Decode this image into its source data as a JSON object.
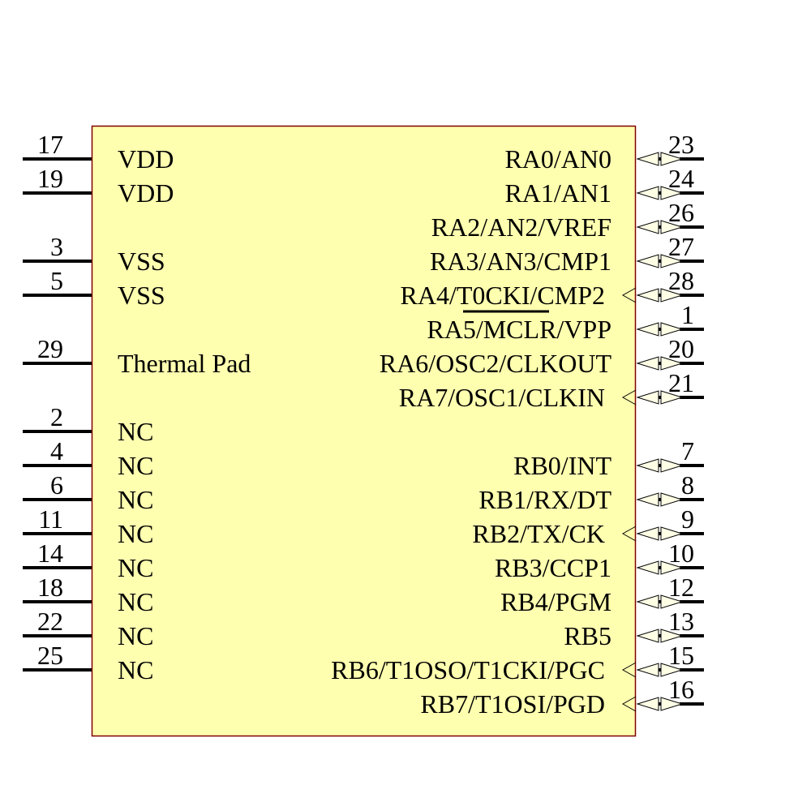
{
  "component": {
    "body": {
      "fill": "#FFFFB0",
      "stroke": "#800000"
    },
    "pin_line_color": "#000000",
    "arrow_fill": "#FFFFE6",
    "left_pins": [
      {
        "number": "17",
        "name": "VDD"
      },
      {
        "number": "19",
        "name": "VDD"
      },
      {
        "number": "3",
        "name": "VSS"
      },
      {
        "number": "5",
        "name": "VSS"
      },
      {
        "number": "29",
        "name": "Thermal Pad"
      },
      {
        "number": "2",
        "name": "NC"
      },
      {
        "number": "4",
        "name": "NC"
      },
      {
        "number": "6",
        "name": "NC"
      },
      {
        "number": "11",
        "name": "NC"
      },
      {
        "number": "14",
        "name": "NC"
      },
      {
        "number": "18",
        "name": "NC"
      },
      {
        "number": "22",
        "name": "NC"
      },
      {
        "number": "25",
        "name": "NC"
      }
    ],
    "right_pins": [
      {
        "number": "23",
        "name": "RA0/AN0",
        "type": "bidirectional"
      },
      {
        "number": "24",
        "name": "RA1/AN1",
        "type": "bidirectional"
      },
      {
        "number": "26",
        "name": "RA2/AN2/VREF",
        "type": "bidirectional"
      },
      {
        "number": "27",
        "name": "RA3/AN3/CMP1",
        "type": "bidirectional"
      },
      {
        "number": "28",
        "name": "RA4/T0CKI/CMP2",
        "type": "bidirectional-open-drain"
      },
      {
        "number": "1",
        "name": "RA5/MCLR/VPP",
        "type": "bidirectional",
        "overline": "MCLR"
      },
      {
        "number": "20",
        "name": "RA6/OSC2/CLKOUT",
        "type": "bidirectional"
      },
      {
        "number": "21",
        "name": "RA7/OSC1/CLKIN",
        "type": "bidirectional-open-drain"
      },
      {
        "number": "7",
        "name": "RB0/INT",
        "type": "bidirectional"
      },
      {
        "number": "8",
        "name": "RB1/RX/DT",
        "type": "bidirectional"
      },
      {
        "number": "9",
        "name": "RB2/TX/CK",
        "type": "bidirectional-open-drain"
      },
      {
        "number": "10",
        "name": "RB3/CCP1",
        "type": "bidirectional"
      },
      {
        "number": "12",
        "name": "RB4/PGM",
        "type": "bidirectional"
      },
      {
        "number": "13",
        "name": "RB5",
        "type": "bidirectional"
      },
      {
        "number": "15",
        "name": "RB6/T1OSO/T1CKI/PGC",
        "type": "bidirectional-open-drain"
      },
      {
        "number": "16",
        "name": "RB7/T1OSI/PGD",
        "type": "bidirectional-open-drain"
      }
    ]
  }
}
